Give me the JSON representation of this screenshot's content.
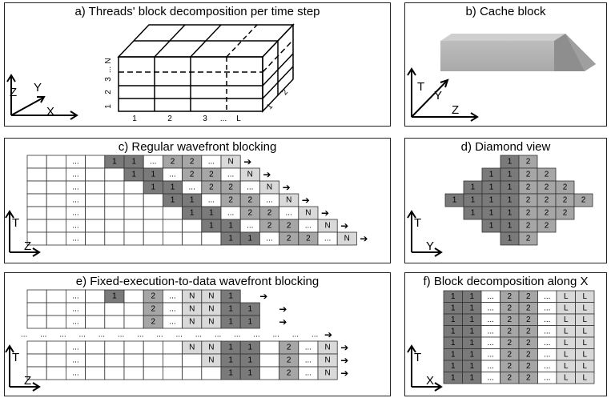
{
  "panels": {
    "a": {
      "title": "a) Threads' block decomposition per time step",
      "axes": [
        "Z",
        "Y",
        "X"
      ],
      "front_labels": [
        "1",
        "2",
        "3",
        "...",
        "L"
      ],
      "side_labels": [
        "1",
        "2"
      ],
      "vertical_labels": [
        "1",
        "2",
        "3",
        "...",
        "N"
      ]
    },
    "b": {
      "title": "b) Cache block",
      "axes": [
        "T",
        "Y",
        "Z"
      ]
    },
    "c": {
      "title": "c) Regular wavefront blocking",
      "axes": [
        "T",
        "Z"
      ]
    },
    "d": {
      "title": "d) Diamond view",
      "axes": [
        "T",
        "Y"
      ]
    },
    "e": {
      "title": "e) Fixed-execution-to-data wavefront blocking",
      "axes": [
        "T",
        "Z"
      ]
    },
    "f": {
      "title": "f) Block decomposition along X",
      "axes": [
        "T",
        "X"
      ]
    }
  },
  "cell_text": {
    "one": "1",
    "two": "2",
    "dots": "...",
    "n": "N",
    "l": "L"
  },
  "arrow_glyph": "➔",
  "colors": {
    "dark": "#7a7a7a",
    "mid": "#a6a6a6",
    "light": "#d9d9d9",
    "white": "#ffffff"
  },
  "chart_data": {
    "type": "table",
    "regular_wavefront_rows": [
      [
        "",
        "",
        "...",
        "",
        "1",
        "1",
        "...",
        "2",
        "2",
        "...",
        "N"
      ],
      [
        "",
        "",
        "...",
        "",
        "",
        "1",
        "1",
        "...",
        "2",
        "2",
        "...",
        "N"
      ],
      [
        "",
        "",
        "...",
        "",
        "",
        "",
        "1",
        "1",
        "...",
        "2",
        "2",
        "...",
        "N"
      ],
      [
        "",
        "",
        "...",
        "",
        "",
        "",
        "",
        "1",
        "1",
        "...",
        "2",
        "2",
        "...",
        "N"
      ],
      [
        "",
        "",
        "...",
        "",
        "",
        "",
        "",
        "",
        "1",
        "1",
        "...",
        "2",
        "2",
        "...",
        "N"
      ],
      [
        "",
        "",
        "...",
        "",
        "",
        "",
        "",
        "",
        "",
        "1",
        "1",
        "...",
        "2",
        "2",
        "...",
        "N"
      ],
      [
        "",
        "",
        "...",
        "",
        "",
        "",
        "",
        "",
        "",
        "",
        "1",
        "1",
        "...",
        "2",
        "2",
        "...",
        "N"
      ]
    ],
    "diamond_rows": [
      [
        "1",
        "2"
      ],
      [
        "1",
        "1",
        "2",
        "2"
      ],
      [
        "1",
        "1",
        "1",
        "2",
        "2",
        "2"
      ],
      [
        "1",
        "1",
        "1",
        "1",
        "2",
        "2",
        "2",
        "2"
      ],
      [
        "1",
        "1",
        "1",
        "2",
        "2",
        "2"
      ],
      [
        "1",
        "1",
        "2",
        "2"
      ],
      [
        "1",
        "2"
      ]
    ],
    "fixed_wavefront_rows": [
      [
        "",
        "",
        "...",
        "",
        "1",
        "",
        "2",
        "...",
        "N",
        "N",
        "1"
      ],
      [
        "",
        "",
        "...",
        "",
        "",
        "",
        "2",
        "...",
        "N",
        "N",
        "1",
        "1"
      ],
      [
        "",
        "",
        "...",
        "",
        "",
        "",
        "2",
        "...",
        "N",
        "N",
        "1",
        "1"
      ],
      [
        "...",
        "...",
        "...",
        "...",
        "...",
        "...",
        "...",
        "...",
        "...",
        "...",
        "...",
        "...",
        "...",
        "...",
        "...",
        "..."
      ],
      [
        "",
        "",
        "...",
        "",
        "",
        "",
        "",
        "",
        "N",
        "N",
        "1",
        "1",
        "",
        "2",
        "...",
        "N"
      ],
      [
        "",
        "",
        "...",
        "",
        "",
        "",
        "",
        "",
        "",
        "N",
        "1",
        "1",
        "",
        "2",
        "...",
        "N"
      ],
      [
        "",
        "",
        "...",
        "",
        "",
        "",
        "",
        "",
        "",
        "",
        "1",
        "1",
        "",
        "2",
        "...",
        "N"
      ]
    ],
    "block_decomposition_row": [
      "1",
      "1",
      "...",
      "2",
      "2",
      "...",
      "L",
      "L"
    ],
    "block_decomposition_row_count": 8
  }
}
